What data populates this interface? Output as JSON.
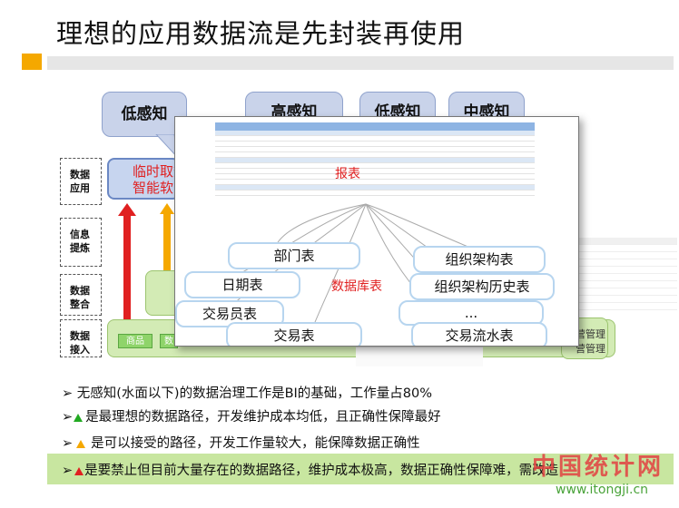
{
  "title": "理想的应用数据流是先封装再使用",
  "perception_bubbles": [
    {
      "label": "低感知"
    },
    {
      "label": "高感知"
    },
    {
      "label": "低感知"
    },
    {
      "label": "中感知"
    }
  ],
  "layers": [
    {
      "label": "数据\n应用"
    },
    {
      "label": "信息\n提炼"
    },
    {
      "label": "数据\n整合"
    },
    {
      "label": "数据\n接入"
    }
  ],
  "app_box_text": "临时取数\n智能软",
  "ingest_boxes": [
    "商品",
    "数"
  ],
  "popup": {
    "report_label": "报表",
    "db_label": "数据库表",
    "tables": [
      "部门表",
      "组织架构表",
      "日期表",
      "组织架构历史表",
      "交易员表",
      "...",
      "交易表",
      "交易流水表"
    ]
  },
  "right_labels": [
    "营管理",
    "营管理"
  ],
  "bullets": [
    {
      "text": "无感知(水面以下)的数据治理工作是BI的基础，工作量占80%",
      "marker": "none"
    },
    {
      "text": "是最理想的数据路径，开发维护成本均低，且正确性保障最好",
      "marker": "green"
    },
    {
      "text": "是可以接受的路径，开发工作量较大，能保障数据正确性",
      "marker": "orange"
    },
    {
      "text": "是要禁止但目前大量存在的数据路径，维护成本极高，数据正确性保障难，需改造",
      "marker": "red"
    }
  ],
  "watermark": {
    "cn": "中国统计网",
    "url": "www.itongji.cn"
  },
  "colors": {
    "accent": "#f5a800",
    "bubble": "#c9d3ea",
    "green": "#8fd46a",
    "red": "#e02020"
  }
}
